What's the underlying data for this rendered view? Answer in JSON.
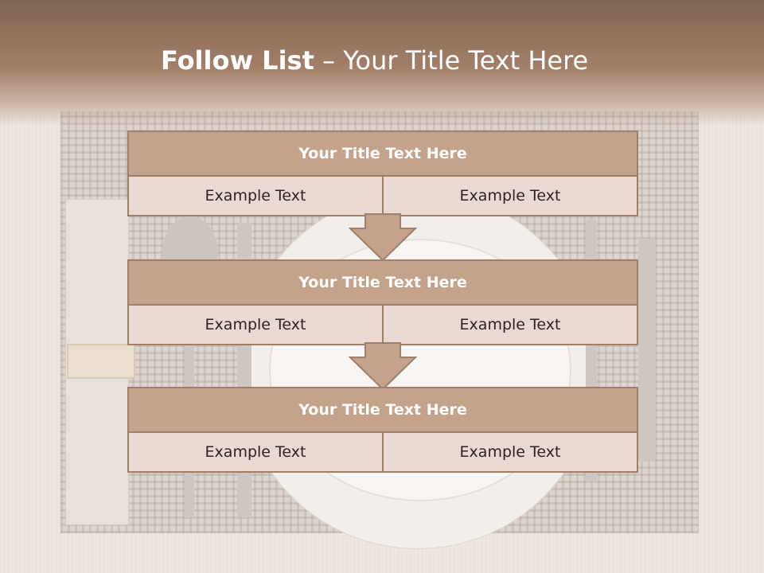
{
  "slide": {
    "title_bold": "Follow List",
    "title_rest": " – Your Title Text Here"
  },
  "steps": [
    {
      "title": "Your Title Text Here",
      "cells": [
        "Example Text",
        "Example Text"
      ]
    },
    {
      "title": "Your Title Text Here",
      "cells": [
        "Example Text",
        "Example Text"
      ]
    },
    {
      "title": "Your Title Text Here",
      "cells": [
        "Example Text",
        "Example Text"
      ]
    }
  ],
  "colors": {
    "header": "#a4806a",
    "box_title": "#c4a28b",
    "box_cell": "#ead9d3",
    "border": "#a07f69",
    "arrow": "#c4a28b"
  }
}
